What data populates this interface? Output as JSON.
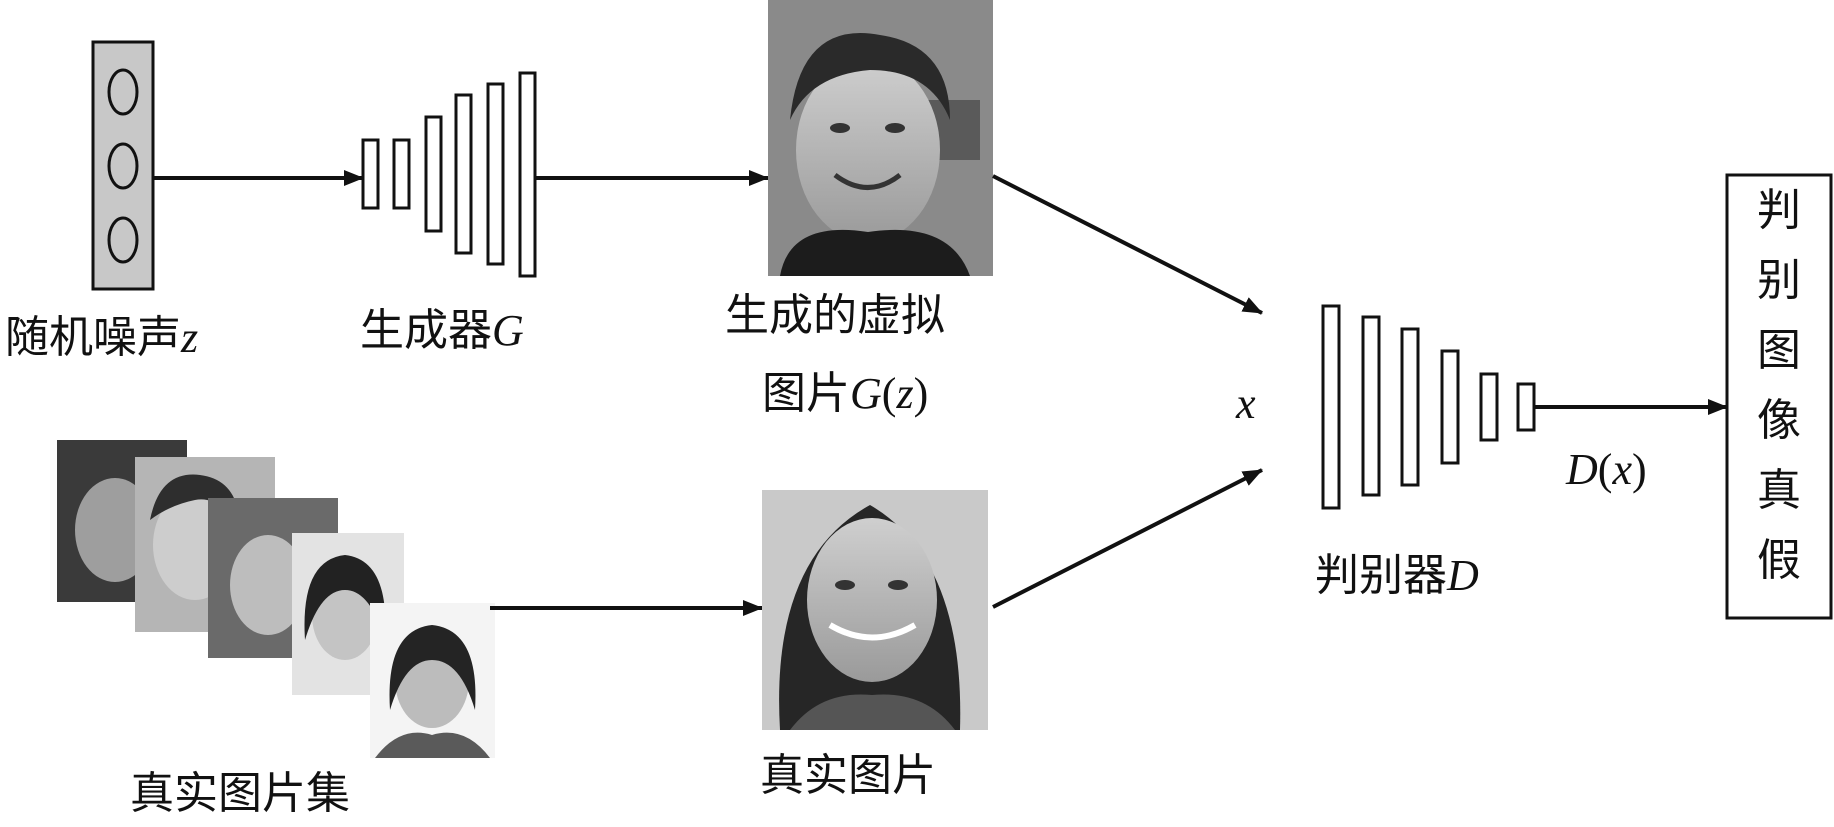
{
  "noise": {
    "label": "随机噪声",
    "var": "z"
  },
  "generator": {
    "label": "生成器",
    "var": "G"
  },
  "fake_image": {
    "line1": "生成的虚拟",
    "line2_prefix": "图片",
    "func": "G",
    "arg": "z"
  },
  "real_set": {
    "label": "真实图片集"
  },
  "real_image": {
    "label": "真实图片"
  },
  "input_var": "x",
  "discriminator": {
    "label": "判别器",
    "var": "D"
  },
  "output": {
    "func": "D",
    "arg": "x"
  },
  "result_box": {
    "label": "判别图像真假"
  }
}
